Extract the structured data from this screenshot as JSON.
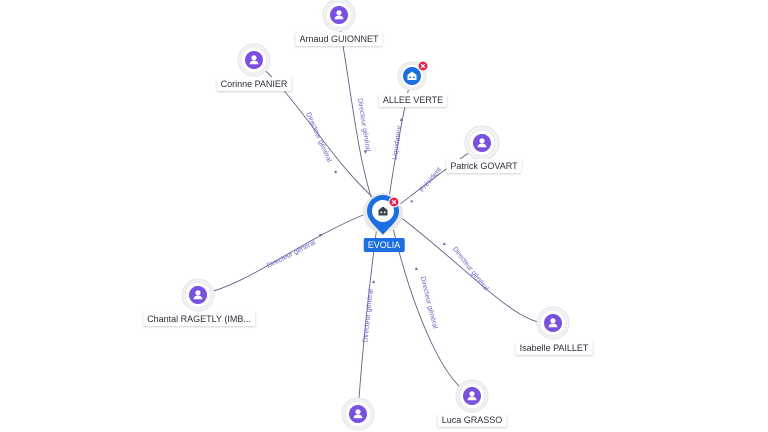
{
  "colors": {
    "accent": "#1b6fe0",
    "person": "#7a50e0",
    "company": "#1b6fe0",
    "closed_badge": "#e0224a",
    "edge": "#5b6386",
    "edge_label": "#6b66c9"
  },
  "icons": {
    "person": "person-icon",
    "company": "building-icon",
    "closed": "close-icon"
  },
  "center": {
    "label": "EVOLIA"
  },
  "nodes": [
    {
      "label": "Arnaud GUIONNET",
      "type": "person"
    },
    {
      "label": "Corinne PANIER",
      "type": "person"
    },
    {
      "label": "ALLEE VERTE",
      "type": "company"
    },
    {
      "label": "Patrick GOVART",
      "type": "person"
    },
    {
      "label": "Chantal RAGETLY (IMB...",
      "type": "person"
    },
    {
      "label": "Isabelle PAILLET",
      "type": "person"
    },
    {
      "label": "Luca GRASSO",
      "type": "person"
    },
    {
      "label": "",
      "type": "person"
    }
  ],
  "edges": [
    {
      "label": "Directeur général"
    },
    {
      "label": "Directeur général"
    },
    {
      "label": "Liquidateur"
    },
    {
      "label": "Président"
    },
    {
      "label": "Directeur général"
    },
    {
      "label": "Directeur général"
    },
    {
      "label": "Directeur général"
    },
    {
      "label": "Directeur général"
    }
  ]
}
